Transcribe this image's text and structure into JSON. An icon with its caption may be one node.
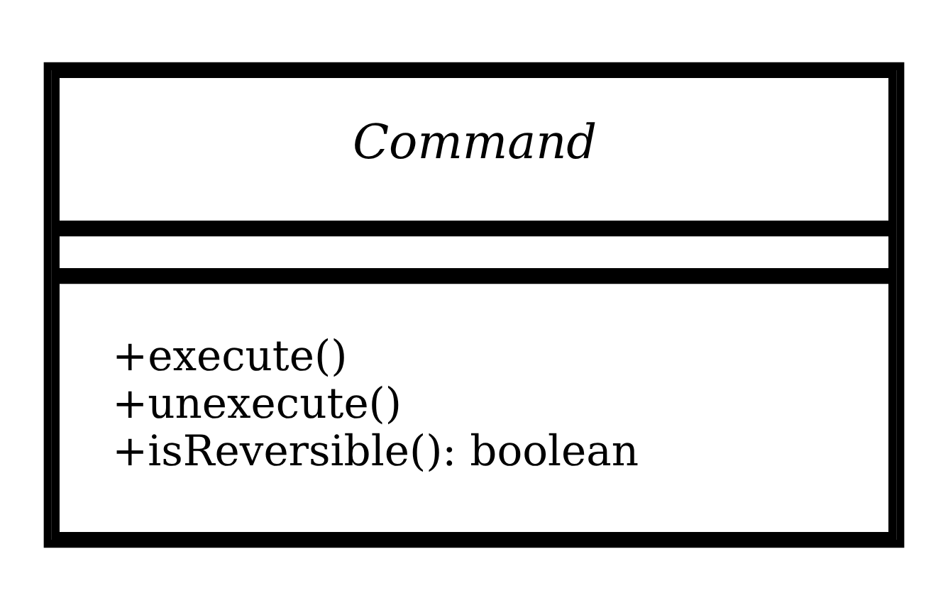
{
  "diagram": {
    "nodes": [
      {
        "text": [
          "Command",
          "+execute()",
          "+unexecute()",
          "+isReversible(): boolean"
        ]
      }
    ]
  }
}
